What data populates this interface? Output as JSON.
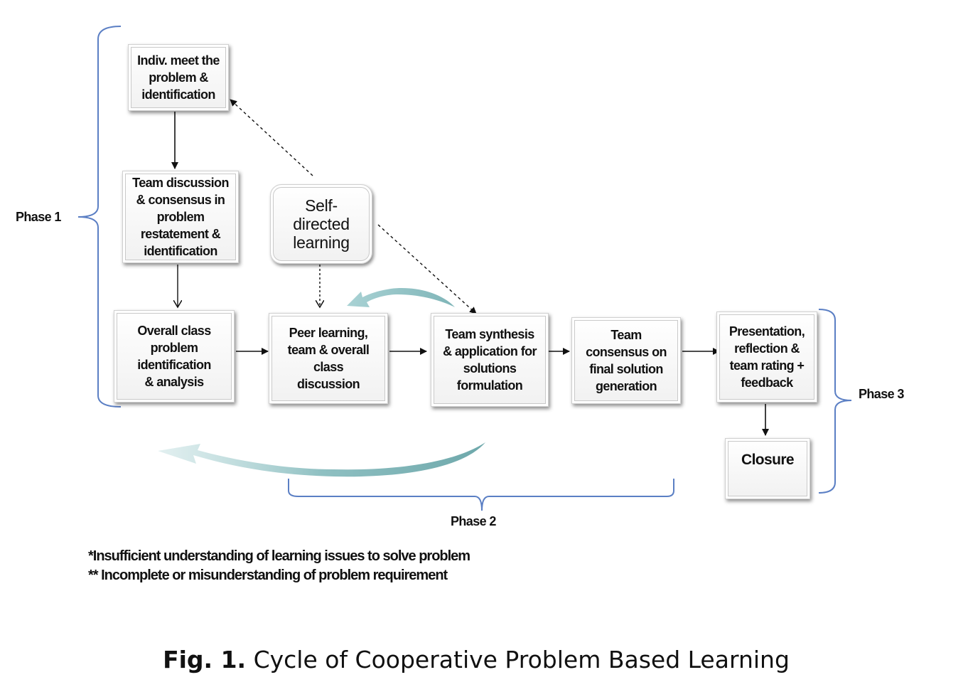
{
  "nodes": {
    "indiv": "Indiv. meet the\nproblem &\nidentification",
    "team_discussion": "Team discussion\n& consensus in\nproblem\nrestatement &\nidentification",
    "self_directed": "Self-\ndirected\nlearning",
    "overall_class": "Overall class\nproblem\nidentification\n& analysis",
    "peer_learning": "Peer learning,\nteam  & overall\nclass\ndiscussion",
    "team_synthesis": "Team  synthesis\n& application for\nsolutions\nformulation",
    "team_consensus": "Team\nconsensus on\nfinal solution\ngeneration",
    "presentation": "Presentation,\nreflection &\nteam rating +\nfeedback",
    "closure": "Closure"
  },
  "phases": {
    "phase1": "Phase 1",
    "phase2": "Phase 2",
    "phase3": "Phase 3"
  },
  "notes": {
    "note1": "*Insufficient understanding of learning issues to solve problem",
    "note2": "** Incomplete or misunderstanding of problem requirement"
  },
  "caption": {
    "label": "Fig. 1.",
    "text": " Cycle of Cooperative Problem Based Learning"
  },
  "colors": {
    "bracket": "#5b7fc4",
    "cycle_arrow": "#7fb5b8",
    "arrow": "#111111"
  }
}
